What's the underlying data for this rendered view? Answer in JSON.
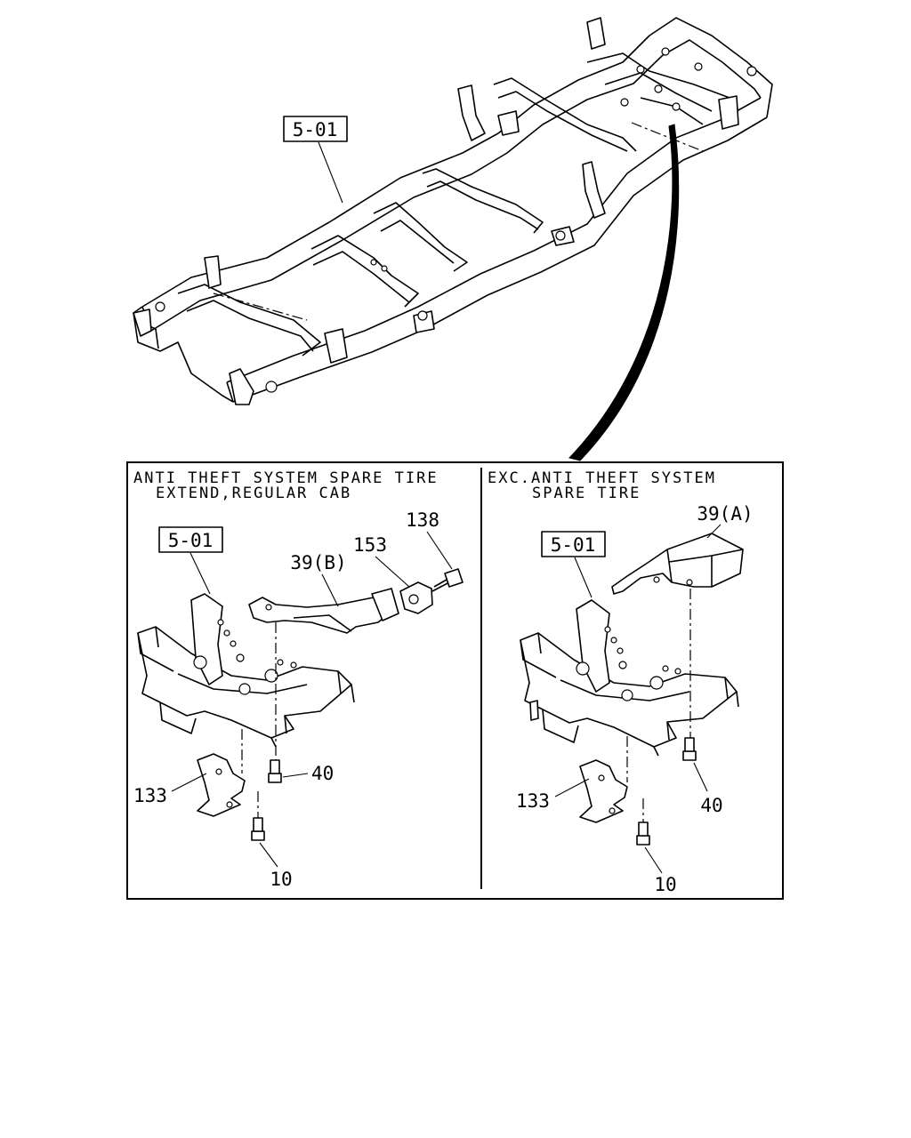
{
  "diagram": {
    "main_callout": "5-01",
    "left_panel": {
      "title_line1": "ANTI THEFT SYSTEM SPARE TIRE",
      "title_line2": "EXTEND,REGULAR CAB",
      "callout": "5-01",
      "parts": {
        "p138": "138",
        "p153": "153",
        "p39b": "39(B)",
        "p40": "40",
        "p133": "133",
        "p10": "10"
      }
    },
    "right_panel": {
      "title_line1": "EXC.ANTI THEFT SYSTEM",
      "title_line2": "SPARE TIRE",
      "callout": "5-01",
      "parts": {
        "p39a": "39(A)",
        "p40": "40",
        "p133": "133",
        "p10": "10"
      }
    }
  }
}
